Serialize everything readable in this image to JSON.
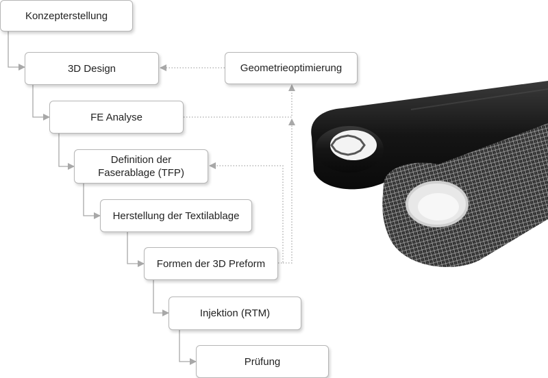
{
  "steps": {
    "konzept": "Konzepterstellung",
    "design": "3D Design",
    "geometrie": "Geometrieoptimierung",
    "fe": "FE Analyse",
    "definition_line1": "Definition der",
    "definition_line2": "Faserablage (TFP)",
    "textil": "Herstellung der Textilablage",
    "preform": "Formen der 3D Preform",
    "injektion": "Injektion (RTM)",
    "pruefung": "Prüfung"
  },
  "colors": {
    "box_border": "#b5b5b5",
    "connector": "#a8a8a8",
    "dotted": "#a8a8a8",
    "crank_dark": "#1e1e1e",
    "braid": "#3a3a3a"
  }
}
